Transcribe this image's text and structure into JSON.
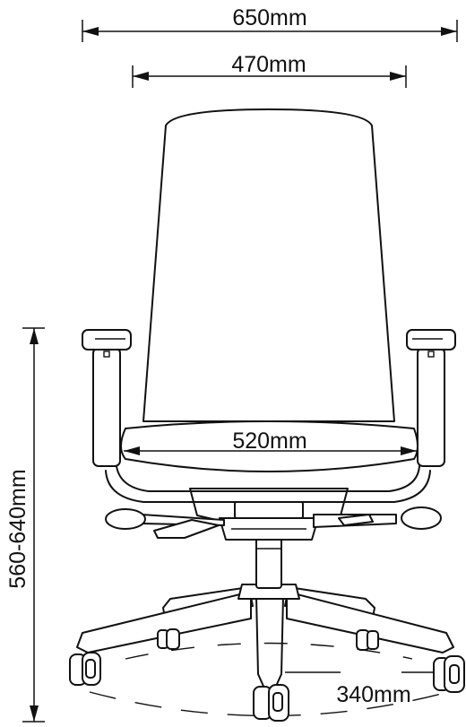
{
  "dimensions": {
    "overall_width": "650mm",
    "back_width": "470mm",
    "seat_width": "520mm",
    "seat_height": "560-640mm",
    "base_offset": "340mm"
  }
}
